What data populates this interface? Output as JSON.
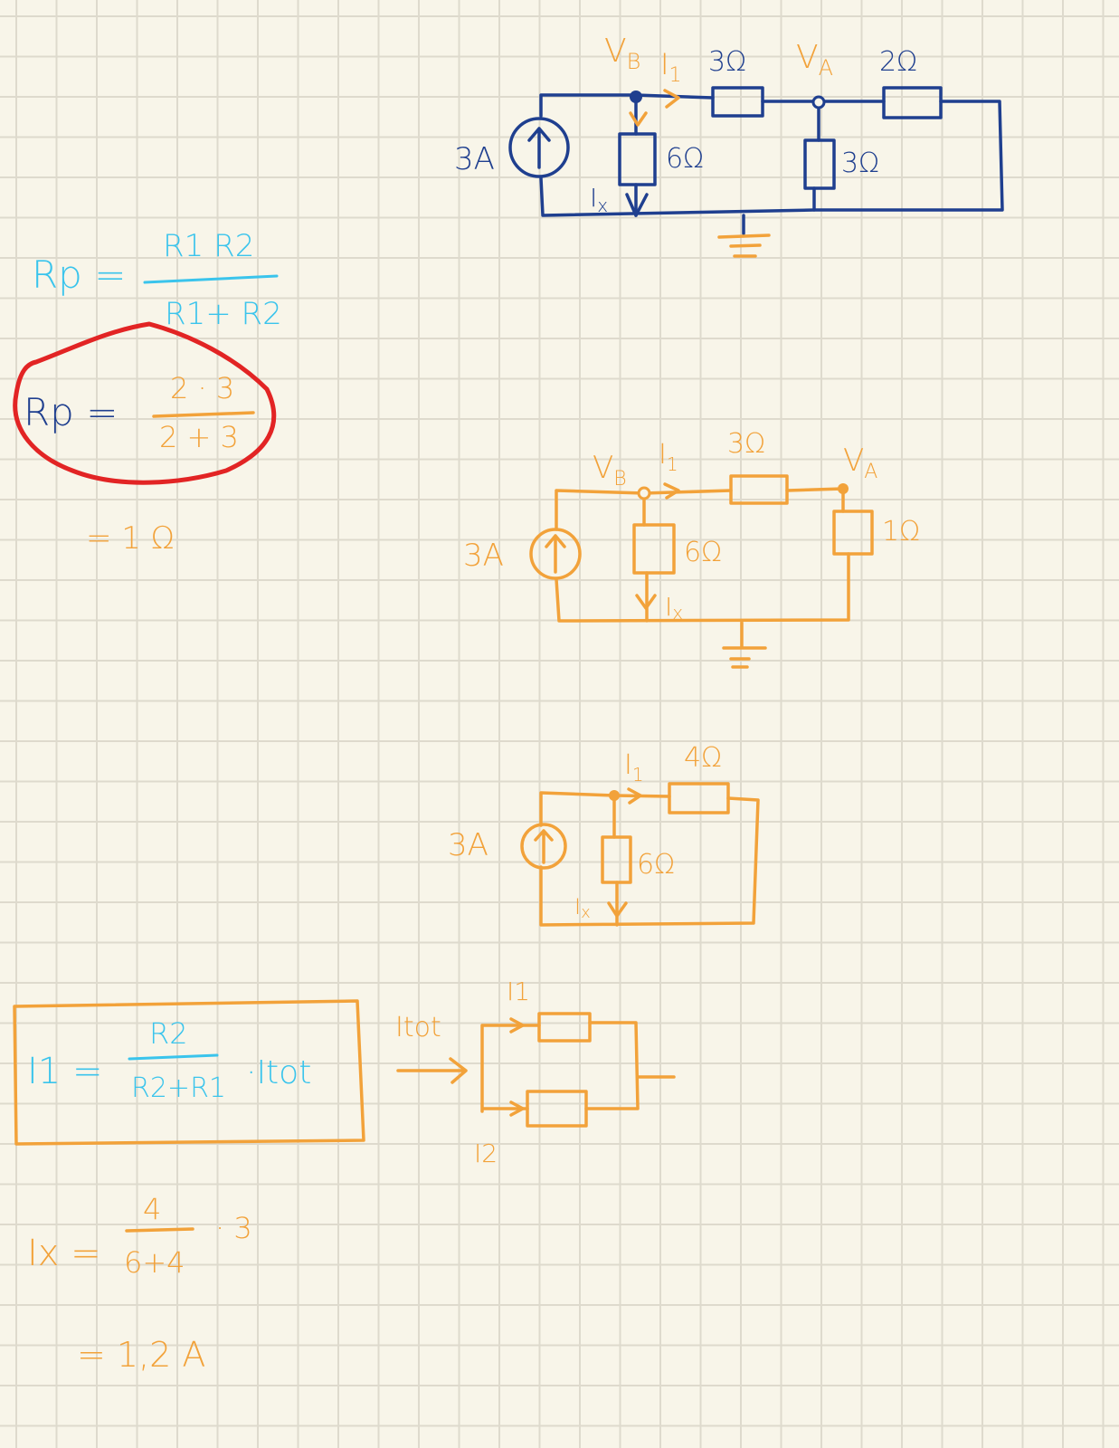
{
  "colors": {
    "navy": "#1f3f8f",
    "orange": "#f2a23a",
    "cyan": "#3ac4ec",
    "red": "#e22424",
    "paper": "#f8f5e9",
    "grid": "#dedacd"
  },
  "circuit1": {
    "vb": "V",
    "vb_sub": "B",
    "i1": "I",
    "i1_sub": "1",
    "r_series": "3Ω",
    "va": "V",
    "va_sub": "A",
    "r_right": "2Ω",
    "source": "3A",
    "r_left": "6Ω",
    "r_mid": "3Ω",
    "ix": "I",
    "ix_sub": "x"
  },
  "formula_rp": {
    "lhs": "Rp =",
    "num": "R1 R2",
    "den": "R1+ R2"
  },
  "formula_rp_values": {
    "lhs": "Rp =",
    "num": "2 · 3",
    "den": "2 + 3",
    "result": "= 1 Ω"
  },
  "circuit2": {
    "vb": "V",
    "vb_sub": "B",
    "i1": "I",
    "i1_sub": "1",
    "r_series": "3Ω",
    "va": "V",
    "va_sub": "A",
    "source": "3A",
    "r_left": "6Ω",
    "r_right": "1Ω",
    "ix": "I",
    "ix_sub": "x"
  },
  "circuit3": {
    "i1": "I",
    "i1_sub": "1",
    "r_series": "4Ω",
    "source": "3A",
    "r_left": "6Ω",
    "ix": "I",
    "ix_sub": "x"
  },
  "formula_divider": {
    "lhs": "I1 =",
    "num": "R2",
    "den": "R2+R1",
    "factor": "·Itot"
  },
  "circuit4": {
    "itot": "Itot",
    "i1": "I1",
    "i2": "I2"
  },
  "formula_ix": {
    "lhs": "Ix =",
    "num": "4",
    "den": "6+4",
    "factor": "· 3",
    "result": "= 1,2 A"
  }
}
